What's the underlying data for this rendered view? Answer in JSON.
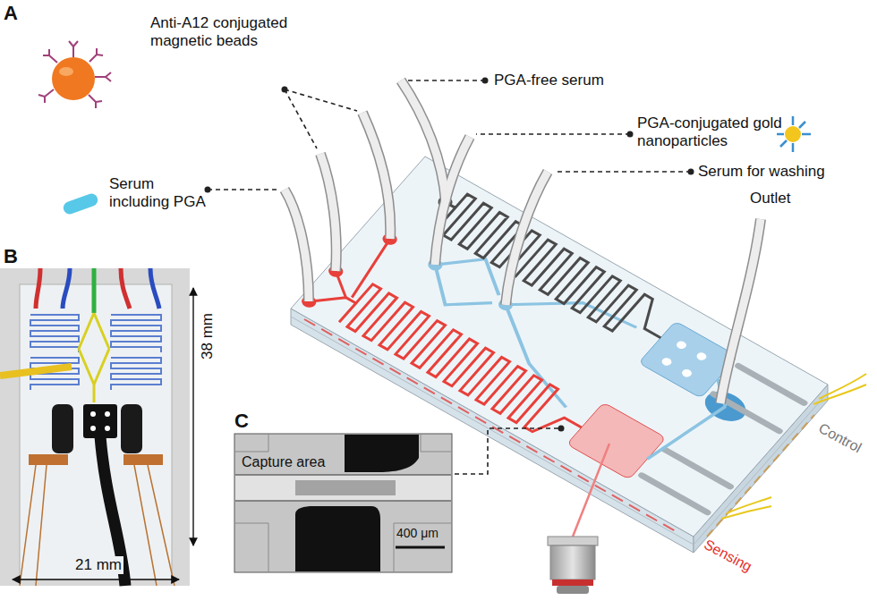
{
  "diagram": {
    "labels": [
      "A",
      "Anti-A12 conjugated magnetic beads",
      "PGA-free serum",
      "PGA-conjugated gold nanoparticles",
      "Serum for washing",
      "Outlet",
      "Serum including PGA",
      "B",
      "C",
      "Capture area",
      "400 μm",
      "38 mm",
      "21 mm",
      "Control",
      "Sensing"
    ]
  }
}
